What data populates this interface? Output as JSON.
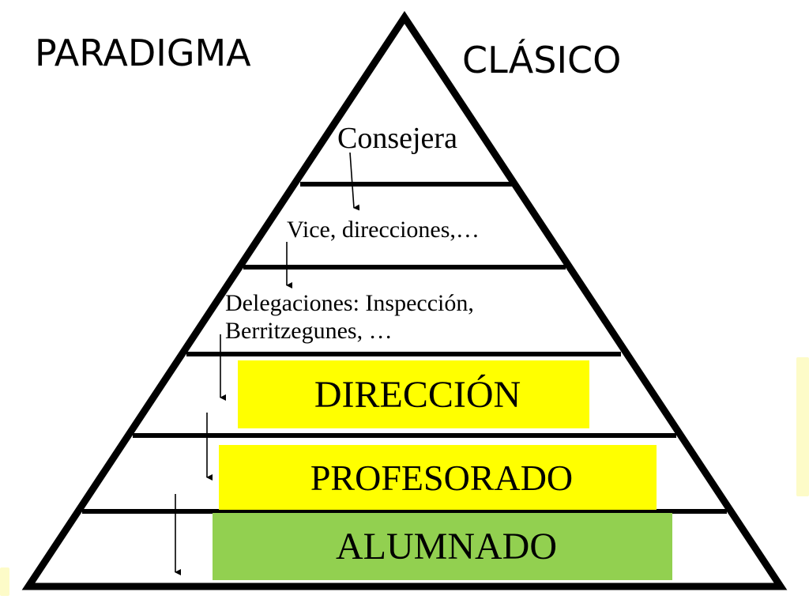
{
  "title": {
    "left": "PARADIGMA",
    "right": "CLÁSICO"
  },
  "levels": {
    "consejera": "Consejera",
    "vice": "Vice, direcciones,…",
    "delegaciones_line1": "Delegaciones: Inspección,",
    "delegaciones_line2": "Berritzegunes, …",
    "direccion": "DIRECCIÓN",
    "profesorado": "PROFESORADO",
    "alumnado": "ALUMNADO"
  },
  "colors": {
    "yellow_box": "#ffff00",
    "green_box": "#92d050",
    "edge_strip": "#fdfbc8"
  }
}
